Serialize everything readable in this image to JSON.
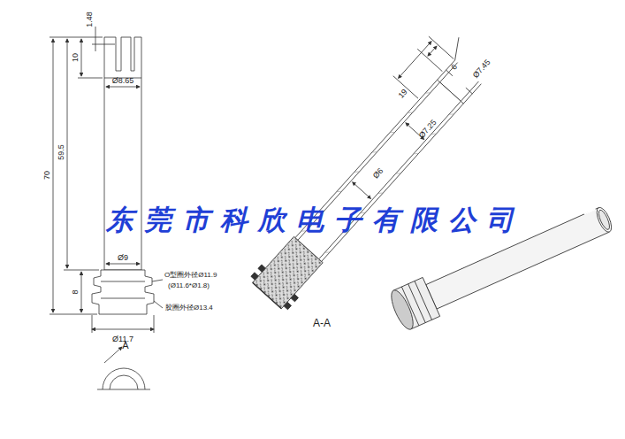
{
  "diagram": {
    "labels": [
      "1.48",
      "10",
      "70",
      "59.5",
      "Ø8.65",
      "Ø9",
      "8",
      "O型圈外径Ø11.9",
      "(Ø11.6*Ø1.8)",
      "胶圈外径Ø13.4",
      "Ø11.7",
      "A",
      "19",
      "6",
      "Ø7.45",
      "Ø7.25",
      "Ø6",
      "A-A",
      "东莞市科欣电子有限公司"
    ]
  }
}
